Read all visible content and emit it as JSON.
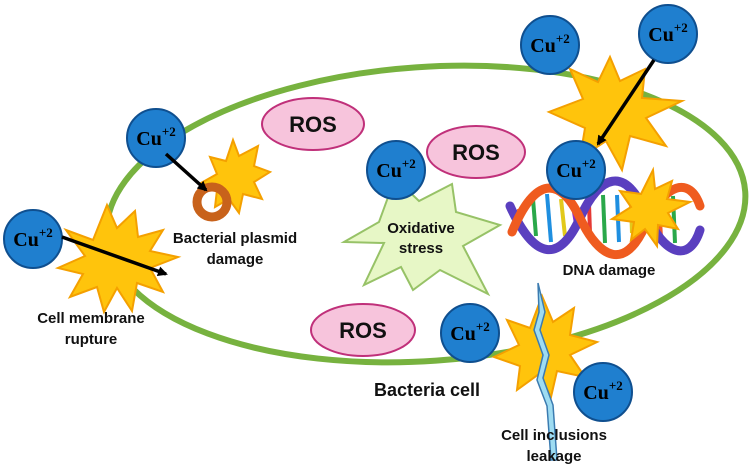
{
  "labels": {
    "ion_base": "Cu",
    "ion_charge": "+2",
    "ros": "ROS",
    "oxidative_line1": "Oxidative",
    "oxidative_line2": "stress",
    "plasmid_line1": "Bacterial plasmid",
    "plasmid_line2": "damage",
    "membrane_line1": "Cell membrane",
    "membrane_line2": "rupture",
    "dna_damage": "DNA damage",
    "bacteria_cell": "Bacteria cell",
    "leakage_line1": "Cell inclusions",
    "leakage_line2": "leakage"
  },
  "colors": {
    "cell_wall": "#77b23f",
    "ion_fill": "#1f7fcf",
    "ion_stroke": "#0f4f8f",
    "burst_fill": "#ffc40c",
    "burst_stroke": "#f4a000",
    "ros_fill": "#f7c4dc",
    "ros_stroke": "#c0307a",
    "oxidative_fill": "#e7f7c6",
    "oxidative_stroke": "#97c267",
    "plasmid_ring": "#c8621b",
    "crack_fill": "#9edcf2",
    "crack_stroke": "#3b7bb0",
    "arrow": "#000000"
  }
}
